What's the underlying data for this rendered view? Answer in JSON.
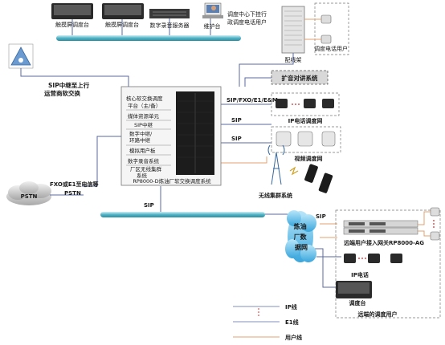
{
  "top_devices": {
    "touch_console_1": "触摸屏调度台",
    "touch_console_2": "触摸屏调度台",
    "recording_server": "数字录音服务器",
    "maintenance": "维护台",
    "center_user": "调度中心下挂行\n政调度电话用户"
  },
  "distribution_frame": "配线架",
  "dispatch_phone_user": "调度电话用户",
  "broadcast_system": "扩音对讲系统",
  "sip_trunk_upstream": "SIP中继至上行\n运营商软交换",
  "core": {
    "units": [
      "核心软交换调度\n平台（主/备）",
      "媒体资源单元",
      "SIP中继",
      "数字中继/\n环路中继",
      "模拟用户板",
      "数字录音系统",
      "厂区无线集群\n系统"
    ],
    "caption": "RP8000-D炼油厂软交换调度系统"
  },
  "links": {
    "sip_fxo_e1_em": "SIP/FXO/E1/E&M",
    "sip_1": "SIP",
    "sip_2": "SIP",
    "sip_bus": "SIP",
    "sip_right": "SIP"
  },
  "ip_phone_network": "IP电话调度网",
  "video_network": "视频调度网",
  "wireless_system": "无线集群系统",
  "pstn": "PSTN",
  "fxo_to_pstn": "FXO或E1至电信等\nPSTN",
  "refinery_network": "炼油\n厂数\n据网",
  "remote_gateway": "远端用户接入网关RP8000-AG",
  "ip_phone": "IP电话",
  "dispatch_console": "调度台",
  "remote_users": "远端的调度用户",
  "legend": {
    "ip_line": "IP线",
    "e1_line": "E1线",
    "user_line": "用户线"
  },
  "colors": {
    "bus": "#5ab8c8",
    "cloud": "#7ccbf0",
    "user_line": "#e3a070",
    "e1_line": "#5a6aa0",
    "ip_dot": "#cc2222"
  }
}
